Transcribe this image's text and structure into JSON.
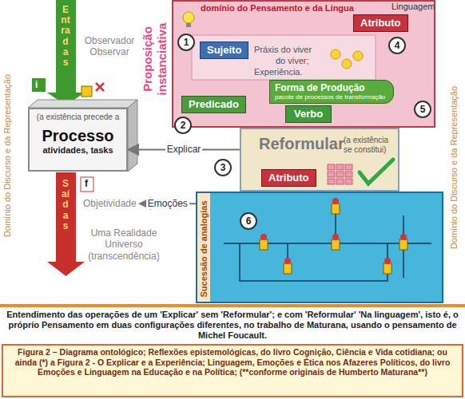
{
  "diagram": {
    "caption": "Figura 2 – Diagrama ontológico; Reflexões epistemológicas, do livro Cognição, Ciência e Vida cotidiana; ou ainda (*) a Figura 2 - O Explicar e a Experiência; Linguagem, Emoções e Ética nos Afazeres Políticos, do livro Emoções e Linguagem na Educação e na Política; (**conforme originais de Humberto Maturana**)",
    "nodes": [
      {
        "text": [
          "(a existência precede a",
          "Processo",
          "atividades, tasks"
        ]
      },
      {
        "text": [
          "Objetividade"
        ]
      },
      {
        "text": [
          "domínio do Pensamento e da Língua"
        ]
      },
      {
        "text": [
          "Sujeito"
        ],
        "in": 2
      },
      {
        "text": [
          "Atributo"
        ],
        "in": 2
      },
      {
        "text": [
          "Forma de Produção",
          "pacote de processos de transformação"
        ],
        "in": 2
      },
      {
        "text": [
          "Predicado"
        ],
        "in": 2
      },
      {
        "text": [
          "Verbo"
        ],
        "in": 2
      },
      {
        "text": [
          "Reformular",
          "(a existência se constitui)"
        ]
      },
      {
        "text": [
          "Atributo"
        ],
        "in": 8
      },
      {
        "text": [
          "Sucessão de analogias"
        ]
      },
      {
        "text": [
          "Entendimento das operações de um 'Explicar' sem 'Reformular'; e com 'Reformular' 'Na linguagem', isto é, o próprio Pensamento em duas configurações diferentes, no trabalho de Maturana, usando o pensamento de Michel Foucault."
        ]
      }
    ],
    "edges": [
      {
        "from": 8,
        "to": 0,
        "label": "Explicar",
        "arrow": "to"
      },
      {
        "from": 10,
        "to": 1,
        "label": "Emoções",
        "arrow": "to"
      }
    ],
    "labels": [
      "Domínio do Discurso e da Representação",
      "Entradas",
      "Observador Observar",
      "i",
      "f",
      "Saídas",
      "Uma Realidade Universo (transcendência)",
      "Proposição instanciativa",
      "Linguagem",
      "Práxis do viver",
      "do viver;",
      "Experiência.",
      "1",
      "2",
      "3",
      "4",
      "5",
      "6",
      "Domínio do Discurso e da Representação"
    ]
  }
}
